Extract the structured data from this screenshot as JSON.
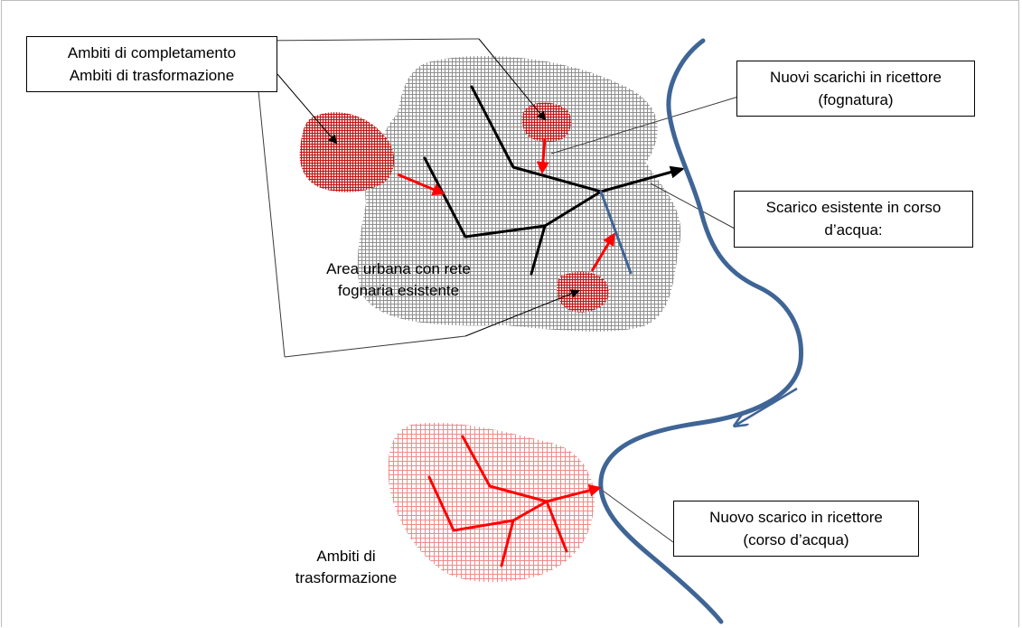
{
  "legend_box": {
    "line1": "Ambiti di completamento",
    "line2": "Ambiti di trasformazione"
  },
  "callouts": {
    "new_sewer": {
      "line1": "Nuovi scarichi in ricettore",
      "line2": "(fognatura)"
    },
    "existing_discharge": {
      "line1": "Scarico esistente in corso",
      "line2": "d’acqua:"
    },
    "new_watercourse": {
      "line1": "Nuovo scarico in ricettore",
      "line2": "(corso d’acqua)"
    }
  },
  "labels": {
    "urban_area_line1": "Area urbana con rete",
    "urban_area_line2": "fognaria esistente",
    "transform_line1": "Ambiti di",
    "transform_line2": "trasformazione"
  },
  "colors": {
    "black_network": "#000000",
    "red_network": "#ff0000",
    "river": "#3f6596",
    "urban_grid": "#9a9a9a",
    "completion_patch": "#c42a2a",
    "transform_area": "#f0a0a0"
  }
}
